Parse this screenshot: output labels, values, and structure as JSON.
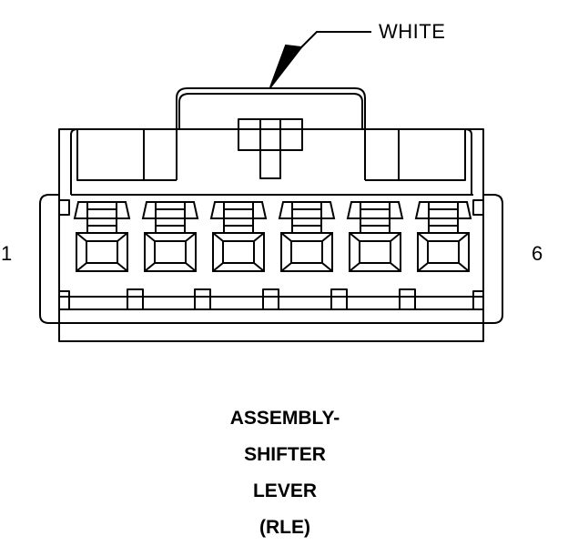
{
  "connector": {
    "color_label": "WHITE",
    "pin_first": "1",
    "pin_last": "6",
    "cavity_count": 6,
    "title_lines": [
      "ASSEMBLY-",
      "SHIFTER",
      "LEVER",
      "(RLE)"
    ]
  },
  "colors": {
    "line": "#000000",
    "background": "#ffffff"
  }
}
